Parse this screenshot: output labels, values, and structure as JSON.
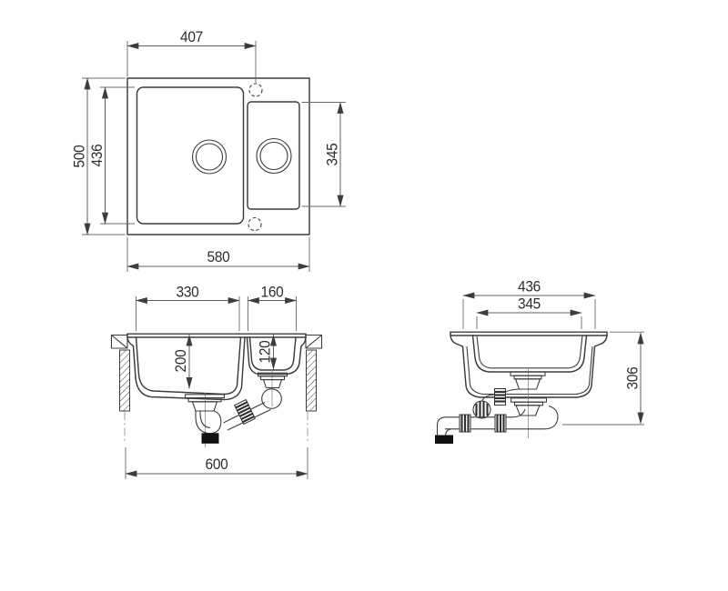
{
  "colors": {
    "background": "#ffffff",
    "object_line": "#3c3c3c",
    "dimension_line": "#5f5f5f",
    "text": "#2d2d2d",
    "solid_fill": "#111111"
  },
  "top_view": {
    "width_to_tap_hole": "407",
    "overall_width": "580",
    "overall_depth": "500",
    "main_bowl_length": "436",
    "small_bowl_length": "345"
  },
  "front_view": {
    "main_bowl_width": "330",
    "small_bowl_width": "160",
    "main_bowl_depth": "200",
    "small_bowl_depth": "120",
    "overall_width": "600"
  },
  "side_view": {
    "bowl_outer_width": "436",
    "bowl_inner_width": "345",
    "overall_height": "306"
  }
}
